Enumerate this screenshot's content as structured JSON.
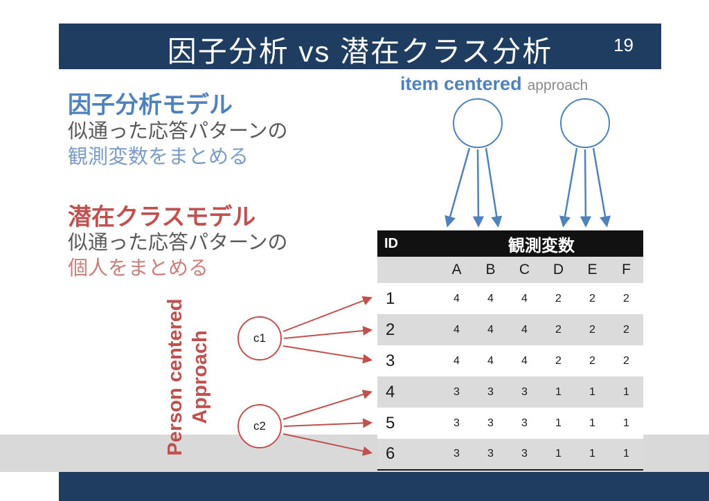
{
  "slide": {
    "title": "因子分析 vs 潜在クラス分析",
    "page_number": "19"
  },
  "factor_model": {
    "heading": "因子分析モデル",
    "line1": "似通った応答パターンの",
    "line2": "観測変数をまとめる"
  },
  "latent_model": {
    "heading": "潜在クラスモデル",
    "line1": "似通った応答パターンの",
    "line2": "個人をまとめる"
  },
  "item_centered": {
    "main": "item centered",
    "sub": "approach"
  },
  "person_centered": {
    "label": "Person centered\nApproach",
    "line1": "Person centered",
    "line2": "Approach"
  },
  "latent_classes": {
    "c1": "c1",
    "c2": "c2"
  },
  "table": {
    "id_header": "ID",
    "group_header": "観測変数",
    "columns": [
      "A",
      "B",
      "C",
      "D",
      "E",
      "F"
    ],
    "rows": [
      {
        "id": "1",
        "values": [
          "4",
          "4",
          "4",
          "2",
          "2",
          "2"
        ]
      },
      {
        "id": "2",
        "values": [
          "4",
          "4",
          "4",
          "2",
          "2",
          "2"
        ]
      },
      {
        "id": "3",
        "values": [
          "4",
          "4",
          "4",
          "2",
          "2",
          "2"
        ]
      },
      {
        "id": "4",
        "values": [
          "3",
          "3",
          "3",
          "1",
          "1",
          "1"
        ]
      },
      {
        "id": "5",
        "values": [
          "3",
          "3",
          "3",
          "1",
          "1",
          "1"
        ]
      },
      {
        "id": "6",
        "values": [
          "3",
          "3",
          "3",
          "1",
          "1",
          "1"
        ]
      }
    ]
  },
  "colors": {
    "navy": "#1F3C61",
    "accent_blue": "#4F81BD",
    "accent_red": "#C0504D",
    "gray_band": "#D9D9D9",
    "table_band": "#DBDBDB",
    "table_header": "#111111"
  }
}
